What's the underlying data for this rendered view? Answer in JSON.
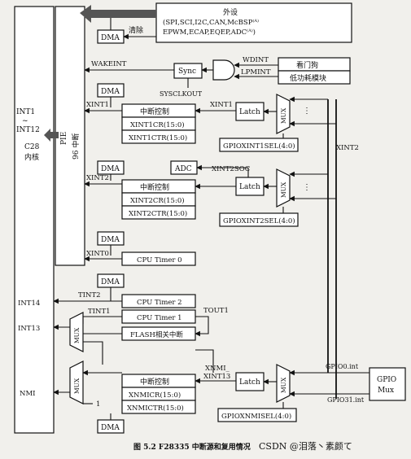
{
  "blocks": {
    "c28_core": [
      "INT1",
      "~",
      "INT12",
      "C28",
      "内核"
    ],
    "pie": "PIE",
    "pie_interrupts": "96 中断",
    "peripherals_title": "外设",
    "peripherals_line1": "(SPI,SCI,I2C,CAN,McBSP",
    "peripherals_line1_sup": "(A)",
    "peripherals_line2": "EPWM,ECAP,EQEP,ADC",
    "peripherals_line2_sup": "(A)",
    "peripherals_line2_end": ")",
    "dma": "DMA",
    "clear": "清除",
    "wakeint": "WAKEINT",
    "sync": "Sync",
    "sysclkout": "SYSCLKOUT",
    "wdint": "WDINT",
    "lpmint": "LPMINT",
    "watchdog": "看门狗",
    "low_power": "低功耗模块",
    "xint1": "XINT1",
    "int_control": "中断控制",
    "xint1cr": "XINT1CR(15:0)",
    "xint1ctr": "XINT1CTR(15:0)",
    "latch": "Latch",
    "mux": "MUX",
    "dots": "⋮",
    "gpioxint1sel": "GPIOXINT1SEL(4:0)",
    "xint2": "XINT2",
    "adc": "ADC",
    "xint2soc": "XINT2SOC",
    "xint2cr": "XINT2CR(15:0)",
    "xint2ctr": "XINT2CTR(15:0)",
    "gpioxint2sel": "GPIOXINT2SEL(4:0)",
    "xint0": "XINT0",
    "cpu_timer0": "CPU Timer 0",
    "int14": "INT14",
    "tint2": "TINT2",
    "cpu_timer2": "CPU Timer 2",
    "int13": "INT13",
    "tint1": "TINT1",
    "cpu_timer1": "CPU Timer 1",
    "tout1": "TOUT1",
    "flash_int": "FLASH相关中断",
    "xnmi_xint13": [
      "XNMI_",
      "XINT13"
    ],
    "nmi": "NMI",
    "one": "1",
    "xnmicr": "XNMICR(15:0)",
    "xnmictr": "XNMICTR(15:0)",
    "gpioxnmisel": "GPIOXNMISEL(4:0)",
    "gpio0int": "GPIO0.int",
    "gpio31int": "GPIO31.int",
    "gpio_mux": [
      "GPIO",
      "Mux"
    ]
  },
  "caption": "图 5.2   F28335 中断源和复用情况",
  "watermark": "CSDN @泪落丶素颜て"
}
